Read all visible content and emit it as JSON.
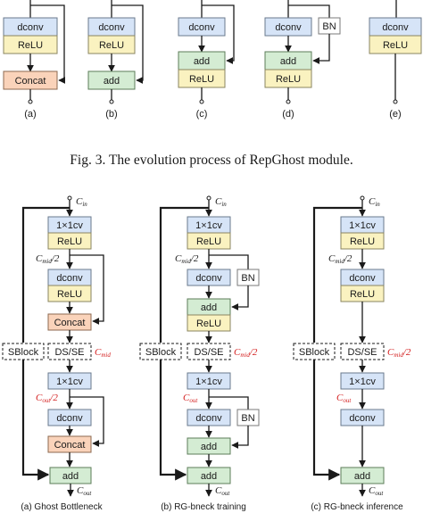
{
  "labels": {
    "dconv": "dconv",
    "relu": "ReLU",
    "concat": "Concat",
    "add": "add",
    "bn": "BN",
    "conv1x1": "1×1cv",
    "sblock": "SBlock",
    "dsse": "DS/SE"
  },
  "symbols": {
    "c_base": "C",
    "in_sub": "in",
    "mid_sub": "mid",
    "out_sub": "out",
    "half": "/2"
  },
  "top_subcaptions": [
    "(a)",
    "(b)",
    "(c)",
    "(d)",
    "(e)"
  ],
  "fig3_caption": "Fig. 3.  The evolution process of RepGhost module.",
  "bottom_subcaptions": [
    "(a) Ghost Bottleneck",
    "(b) RG-bneck training",
    "(c) RG-bneck inference"
  ],
  "colors": {
    "blue": "#d6e4f7",
    "yellow": "#faf2c0",
    "orange": "#fad3ba",
    "green": "#d4ecd3",
    "red": "#d42020"
  }
}
